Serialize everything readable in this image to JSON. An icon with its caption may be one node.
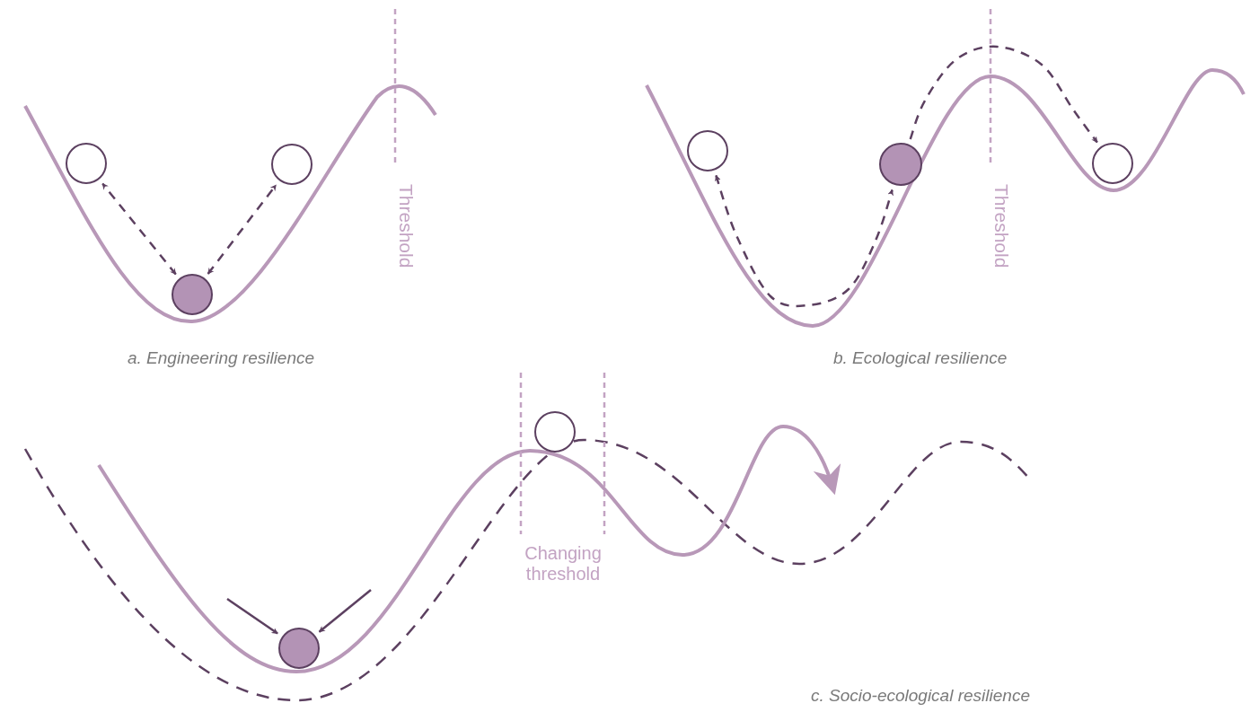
{
  "diagram": {
    "nodes": [
      {
        "text": [],
        "shape": "circle"
      },
      {
        "text": [],
        "shape": "circle"
      },
      {
        "text": [],
        "shape": "circle"
      },
      {
        "text": [],
        "shape": "circle"
      },
      {
        "text": [],
        "shape": "circle"
      },
      {
        "text": [],
        "shape": "circle"
      },
      {
        "text": [],
        "shape": "circle"
      },
      {
        "text": [],
        "shape": "circle"
      }
    ],
    "edges": [
      {
        "from": 2,
        "to": 0,
        "arrow": "both",
        "style": "dashed"
      },
      {
        "from": 2,
        "to": 1,
        "arrow": "both",
        "style": "dashed"
      },
      {
        "from": 3,
        "to": 4,
        "arrow": "both",
        "style": "dashed"
      },
      {
        "from": 4,
        "to": 5,
        "arrow": "to",
        "style": "dashed"
      },
      {
        "from": null,
        "to": 7,
        "arrow": "to"
      },
      {
        "from": null,
        "to": 7,
        "arrow": "to"
      }
    ],
    "labels": [
      "Threshold",
      "Threshold",
      "a. Engineering resilience",
      "b. Ecological resilience",
      "Changing threshold",
      "c. Socio-ecological resilience"
    ]
  }
}
